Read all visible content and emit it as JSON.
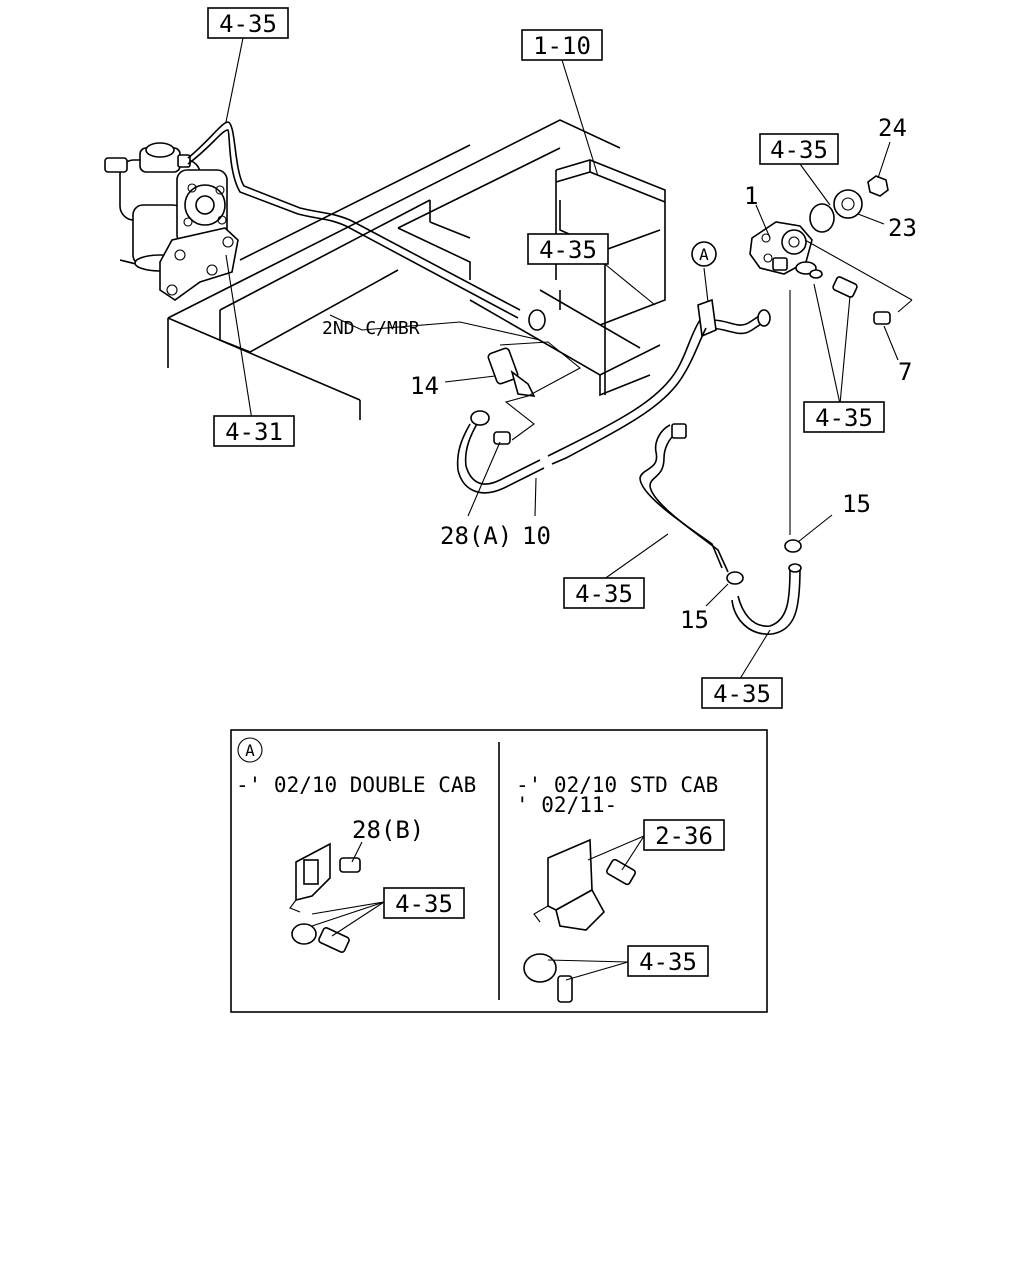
{
  "refs": {
    "r1": "4-35",
    "r2": "1-10",
    "r3": "4-35",
    "r4": "4-35",
    "r5": "4-31",
    "r6": "4-35",
    "r7": "4-35",
    "r8": "4-35",
    "r9": "2-36",
    "r10": "4-35",
    "r11": "4-35"
  },
  "labels": {
    "p24": "24",
    "p1": "1",
    "p23": "23",
    "p7": "7",
    "p14": "14",
    "p15a": "15",
    "p15b": "15",
    "p28a": "28(A)",
    "p10": "10",
    "p28b": "28(B)",
    "member": "2ND C/MBR",
    "circleA": "A",
    "circleA2": "A"
  },
  "inset": {
    "left_title": "-' 02/10 DOUBLE CAB",
    "right_title1": "-' 02/10 STD CAB",
    "right_title2": "' 02/11-"
  }
}
